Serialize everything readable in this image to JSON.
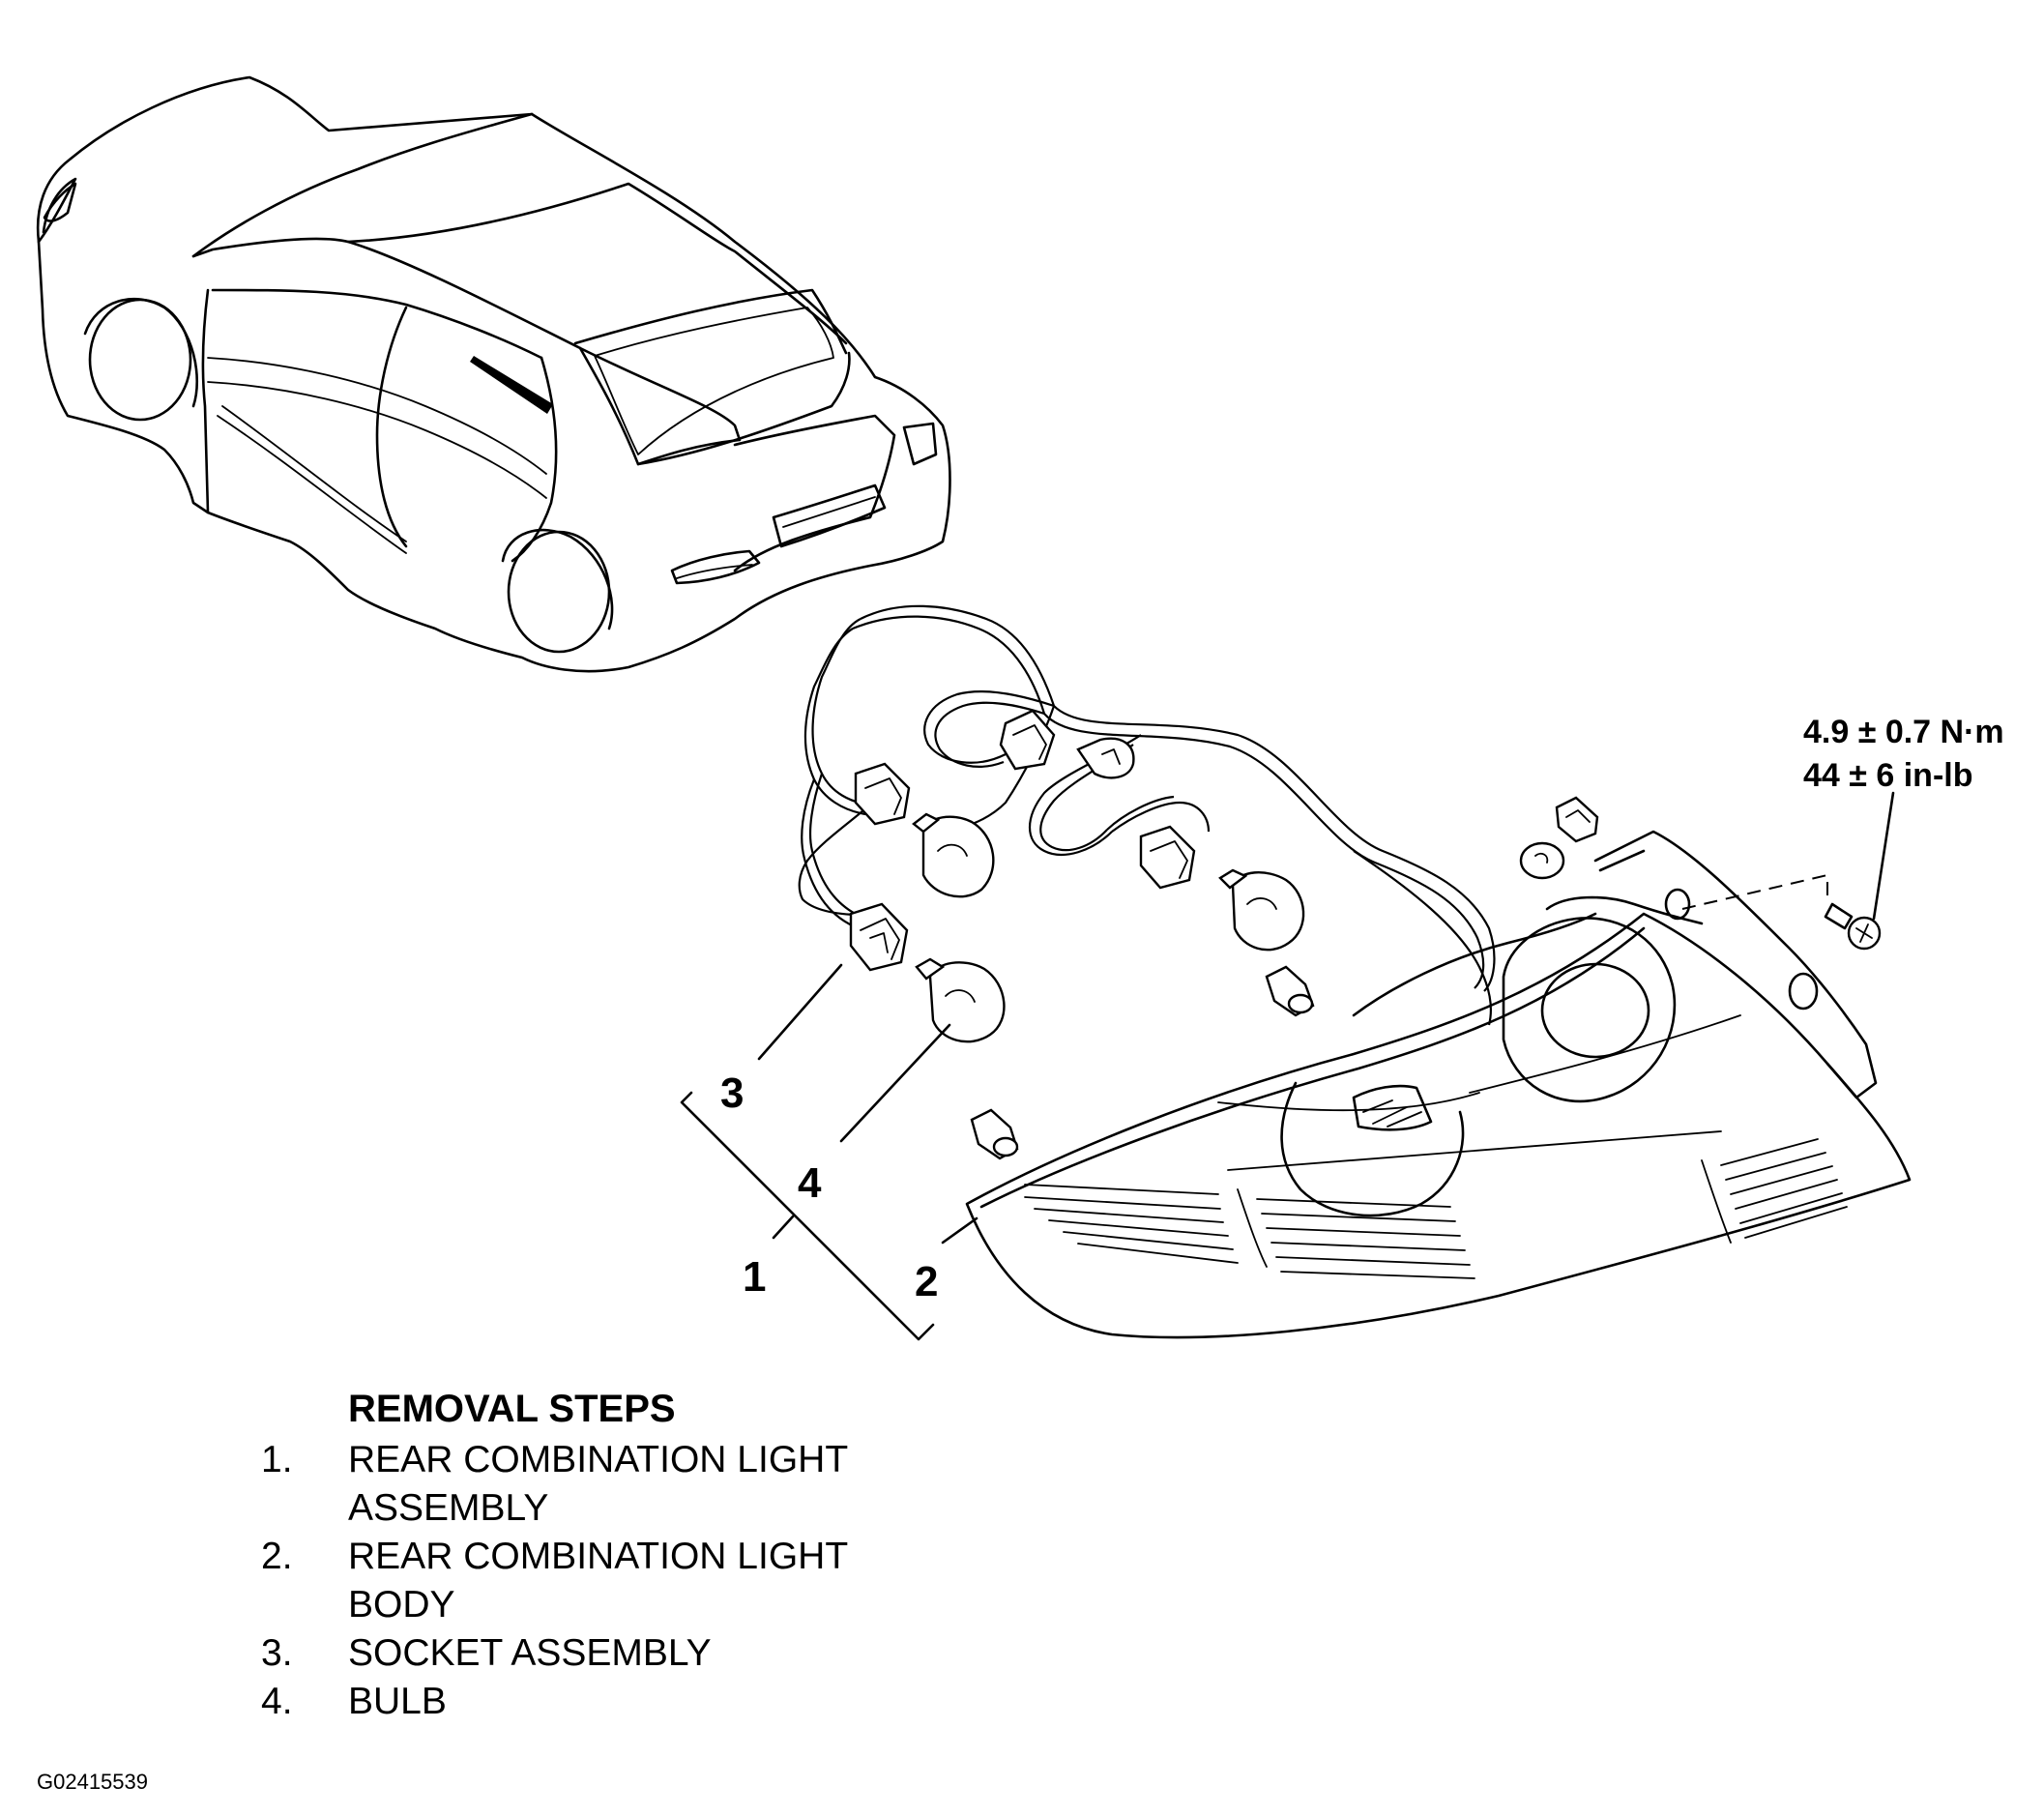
{
  "callouts": {
    "c1": "1",
    "c2": "2",
    "c3": "3",
    "c4": "4"
  },
  "torque": {
    "metric": "4.9 ± 0.7 N·m",
    "imperial": "44 ± 6 in-lb"
  },
  "removal": {
    "title": "REMOVAL STEPS",
    "steps": [
      {
        "num": "1.",
        "line1": "REAR COMBINATION LIGHT",
        "line2": "ASSEMBLY"
      },
      {
        "num": "2.",
        "line1": "REAR COMBINATION LIGHT",
        "line2": "BODY"
      },
      {
        "num": "3.",
        "line1": "SOCKET ASSEMBLY",
        "line2": ""
      },
      {
        "num": "4.",
        "line1": "BULB",
        "line2": ""
      }
    ]
  },
  "figure_id": "G02415539"
}
